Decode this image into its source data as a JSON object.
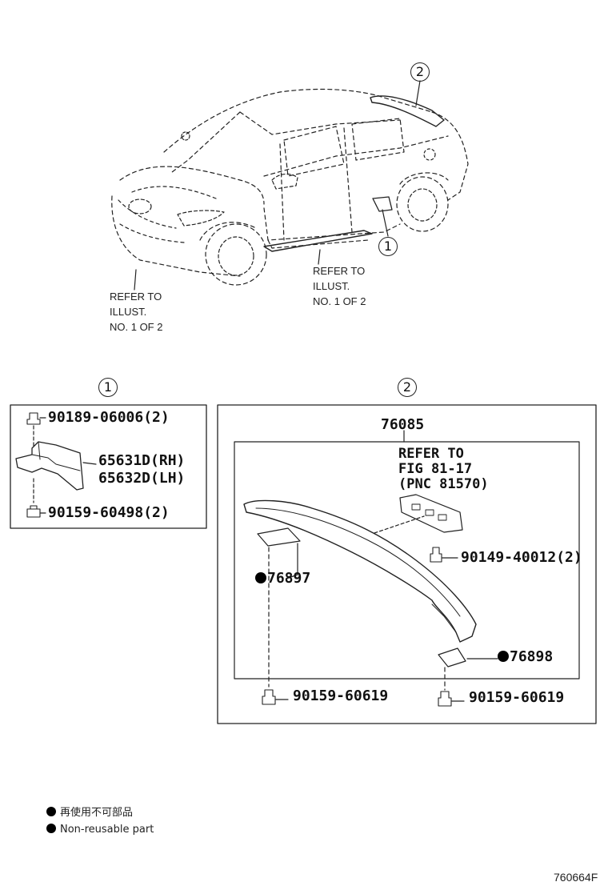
{
  "overview": {
    "callout_2": "2",
    "callout_1": "1",
    "refer_left": [
      "REFER TO",
      "ILLUST.",
      "NO. 1 OF 2"
    ],
    "refer_right": [
      "REFER TO",
      "ILLUST.",
      "NO. 1 OF 2"
    ]
  },
  "group1": {
    "number": "1",
    "parts": {
      "top_bolt": "90189-06006(2)",
      "flap_rh": "65631D(RH)",
      "flap_lh": "65632D(LH)",
      "bottom_screw": "90159-60498(2)"
    }
  },
  "group2": {
    "number": "2",
    "assembly": "76085",
    "refer": [
      "REFER TO",
      "FIG 81-17",
      "(PNC 81570)"
    ],
    "parts": {
      "screw_right": "90149-40012(2)",
      "pad_left": "76897",
      "pad_right": "76898",
      "bottom_left": "90159-60619",
      "bottom_right": "90159-60619"
    }
  },
  "legend": {
    "line_jp": "再使用不可部品",
    "line_en": "Non-reusable part"
  },
  "figure_code": "760664F"
}
